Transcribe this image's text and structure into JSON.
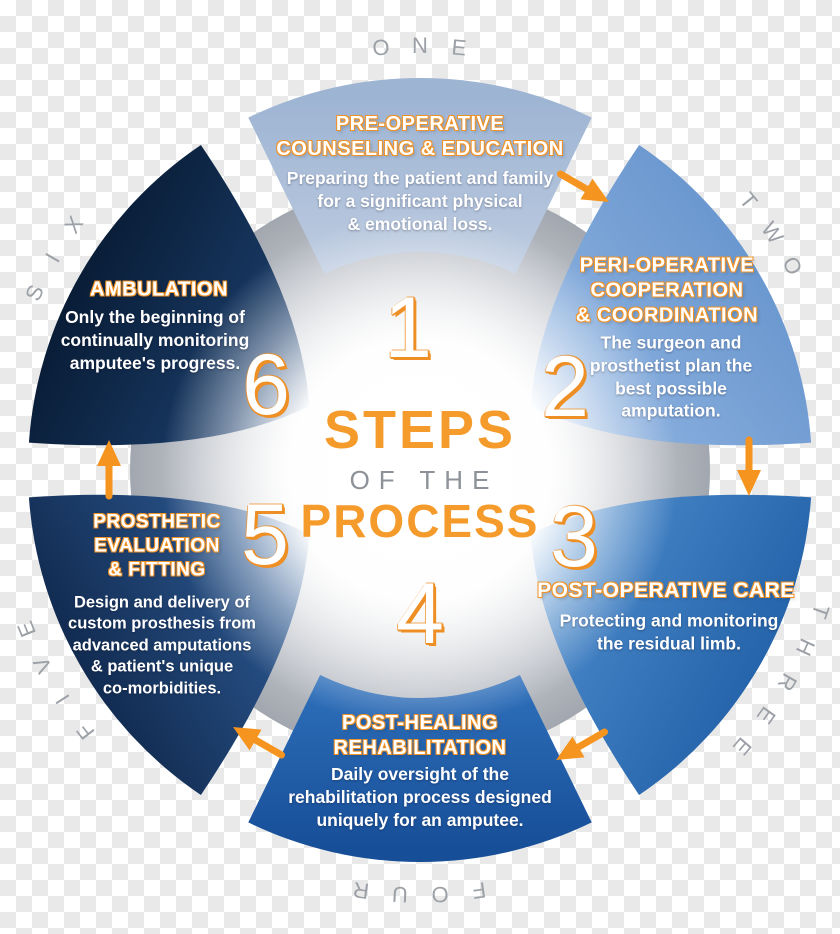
{
  "title": {
    "line1": "STEPS",
    "line2": "OF THE",
    "line3": "PROCESS"
  },
  "colors": {
    "accent_orange": "#f5941f",
    "title_orange": "#f49b2b",
    "title_gray": "#8d9298",
    "ring_label_gray": "#9ca1a7",
    "inner_ring_gray": "#a2a7af",
    "checker_gray": "#e9e9e9",
    "glow_white": "#ffffff"
  },
  "ring_labels": [
    {
      "word": "ONE",
      "angle": 0
    },
    {
      "word": "TWO",
      "angle": 56
    },
    {
      "word": "THREE",
      "angle": 120
    },
    {
      "word": "FOUR",
      "angle": 180
    },
    {
      "word": "FIVE",
      "angle": 240
    },
    {
      "word": "SIX",
      "angle": 300
    }
  ],
  "steps": [
    {
      "number": "1",
      "heading": "PRE-OPERATIVE\nCOUNSELING & EDUCATION",
      "body": "Preparing the patient and family\nfor a significant physical\n& emotional loss.",
      "color_inner": "#c0cde1",
      "color_outer": "#9db4d3"
    },
    {
      "number": "2",
      "heading": "PERI-OPERATIVE\nCOOPERATION\n& COORDINATION",
      "body": "The surgeon and\nprosthetist plan the\nbest possible\namputation.",
      "color_inner": "#8fb3e0",
      "color_outer": "#6795ce"
    },
    {
      "number": "3",
      "heading": "POST-OPERATIVE CARE",
      "body": "Protecting and monitoring\nthe residual limb.",
      "color_inner": "#5190d0",
      "color_outer": "#2563aa"
    },
    {
      "number": "4",
      "heading": "POST-HEALING\nREHABILITATION",
      "body": "Daily oversight of the\nrehabilitation process designed\nuniquely for an amputee.",
      "color_inner": "#2e6fba",
      "color_outer": "#174e98"
    },
    {
      "number": "5",
      "heading": "PROSTHETIC\nEVALUATION\n& FITTING",
      "body": "Design and delivery of\ncustom prosthesis from\nadvanced amputations\n& patient's unique\nco-morbidities.",
      "color_inner": "#31619d",
      "color_outer": "#122c52"
    },
    {
      "number": "6",
      "heading": "AMBULATION",
      "body": "Only the beginning of\ncontinually monitoring\namputee's progress.",
      "color_inner": "#1f4576",
      "color_outer": "#091d37"
    }
  ]
}
